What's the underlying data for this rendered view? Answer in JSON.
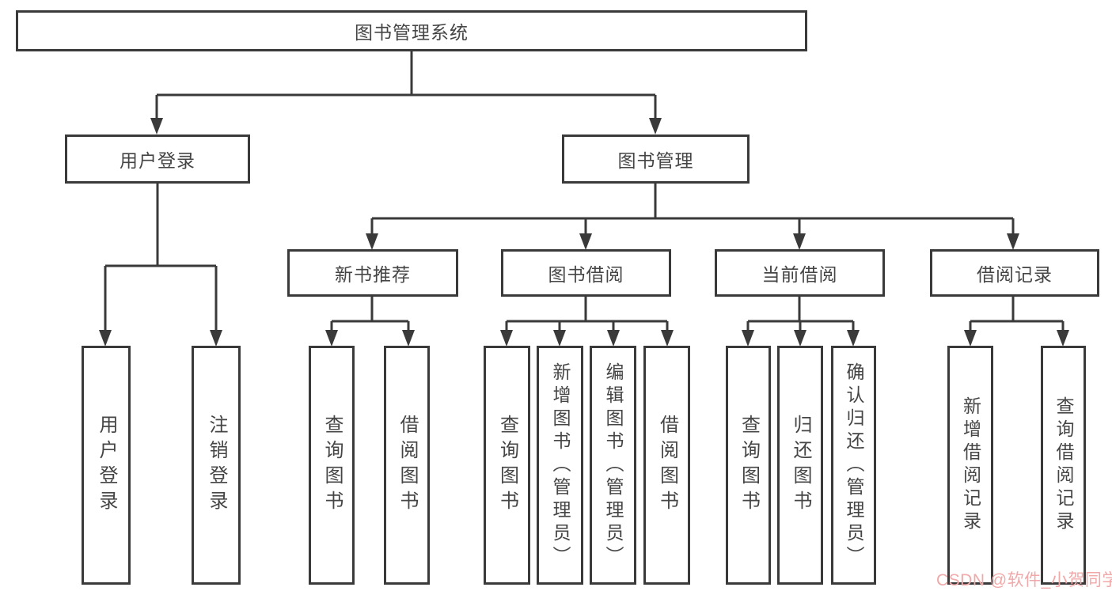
{
  "diagram": {
    "title": "图书管理系统",
    "branches": [
      {
        "label": "用户登录",
        "children": [
          {
            "label": "用户登录"
          },
          {
            "label": "注销登录"
          }
        ]
      },
      {
        "label": "图书管理",
        "children": [
          {
            "label": "新书推荐",
            "children": [
              {
                "label": "查询图书"
              },
              {
                "label": "借阅图书"
              }
            ]
          },
          {
            "label": "图书借阅",
            "children": [
              {
                "label": "查询图书"
              },
              {
                "label": "新增图书（管理员）"
              },
              {
                "label": "编辑图书（管理员）"
              },
              {
                "label": "借阅图书"
              }
            ]
          },
          {
            "label": "当前借阅",
            "children": [
              {
                "label": "查询图书"
              },
              {
                "label": "归还图书"
              },
              {
                "label": "确认归还（管理员）"
              }
            ]
          },
          {
            "label": "借阅记录",
            "children": [
              {
                "label": "新增借阅记录"
              },
              {
                "label": "查询借阅记录"
              }
            ]
          }
        ]
      }
    ]
  },
  "watermark": {
    "text": "CSDN @软件_小贺同学",
    "color": "#f0a8a8"
  },
  "colors": {
    "line": "#3a3a3a",
    "text": "#454545",
    "background": "#ffffff"
  }
}
